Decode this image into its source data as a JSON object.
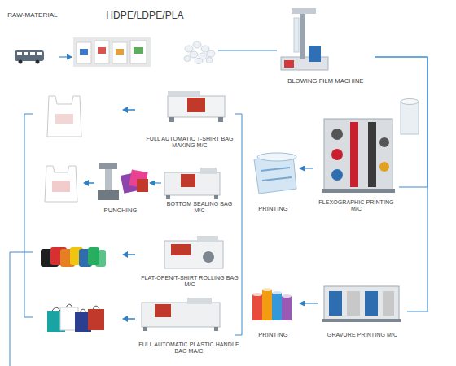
{
  "diagram": {
    "nodes": [
      {
        "text": [
          "RAW-MATERIAL"
        ]
      },
      {
        "text": [
          "HDPE/LDPE/PLA"
        ]
      },
      {
        "text": [
          "BLOWING FILM MACHINE"
        ]
      },
      {
        "text": [
          "FULL AUTOMATIC T-SHIRT BAG MAKING M/C"
        ]
      },
      {
        "text": [
          "PUNCHING"
        ]
      },
      {
        "text": [
          "BOTTOM SEALING BAG M/C"
        ]
      },
      {
        "text": [
          "PRINTING"
        ]
      },
      {
        "text": [
          "FLEXOGRAPHIC PRINTING M/C"
        ]
      },
      {
        "text": [
          "FLAT-OPEN/T-SHIRT ROLLING BAG M/C"
        ]
      },
      {
        "text": [
          "FULL AUTOMATIC PLASTIC HANDLE BAG MA/C"
        ]
      },
      {
        "text": [
          "PRINTING"
        ]
      },
      {
        "text": [
          "GRAVURE PRINTING M/C"
        ]
      }
    ],
    "edges": [
      {
        "from": 0,
        "to": 1,
        "arrow": "to"
      },
      {
        "from": 1,
        "to": 2,
        "arrow": "none"
      },
      {
        "from": 2,
        "to": 7,
        "arrow": "none"
      },
      {
        "from": 2,
        "to": 11,
        "arrow": "none"
      },
      {
        "from": 5,
        "to": 4,
        "arrow": "to"
      },
      {
        "from": 7,
        "to": 6,
        "arrow": "to"
      },
      {
        "from": 11,
        "to": 10,
        "arrow": "to"
      }
    ]
  }
}
